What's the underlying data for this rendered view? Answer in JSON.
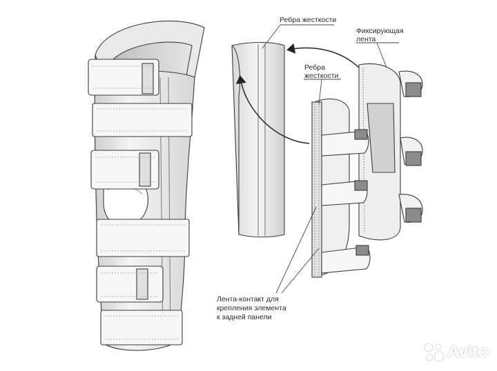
{
  "labels": {
    "stiffening_ribs_top": "Ребра жесткости",
    "fixing_strap_line1": "Фиксирующая",
    "fixing_strap_line2": "лента",
    "stiffening_ribs_mid_line1": "Ребра",
    "stiffening_ribs_mid_line2": "жесткости",
    "contact_tape_line1": "Лента-контакт для",
    "contact_tape_line2": "крепления элемента",
    "contact_tape_line3": "к задней панели"
  },
  "watermark": {
    "text": "Avito"
  },
  "colors": {
    "stroke": "#3a3a3a",
    "fill_light": "#f2f2f2",
    "fill_mid": "#dcdcdc",
    "fill_dark": "#9a9a9a",
    "strap_gray": "#8c8c8c"
  }
}
